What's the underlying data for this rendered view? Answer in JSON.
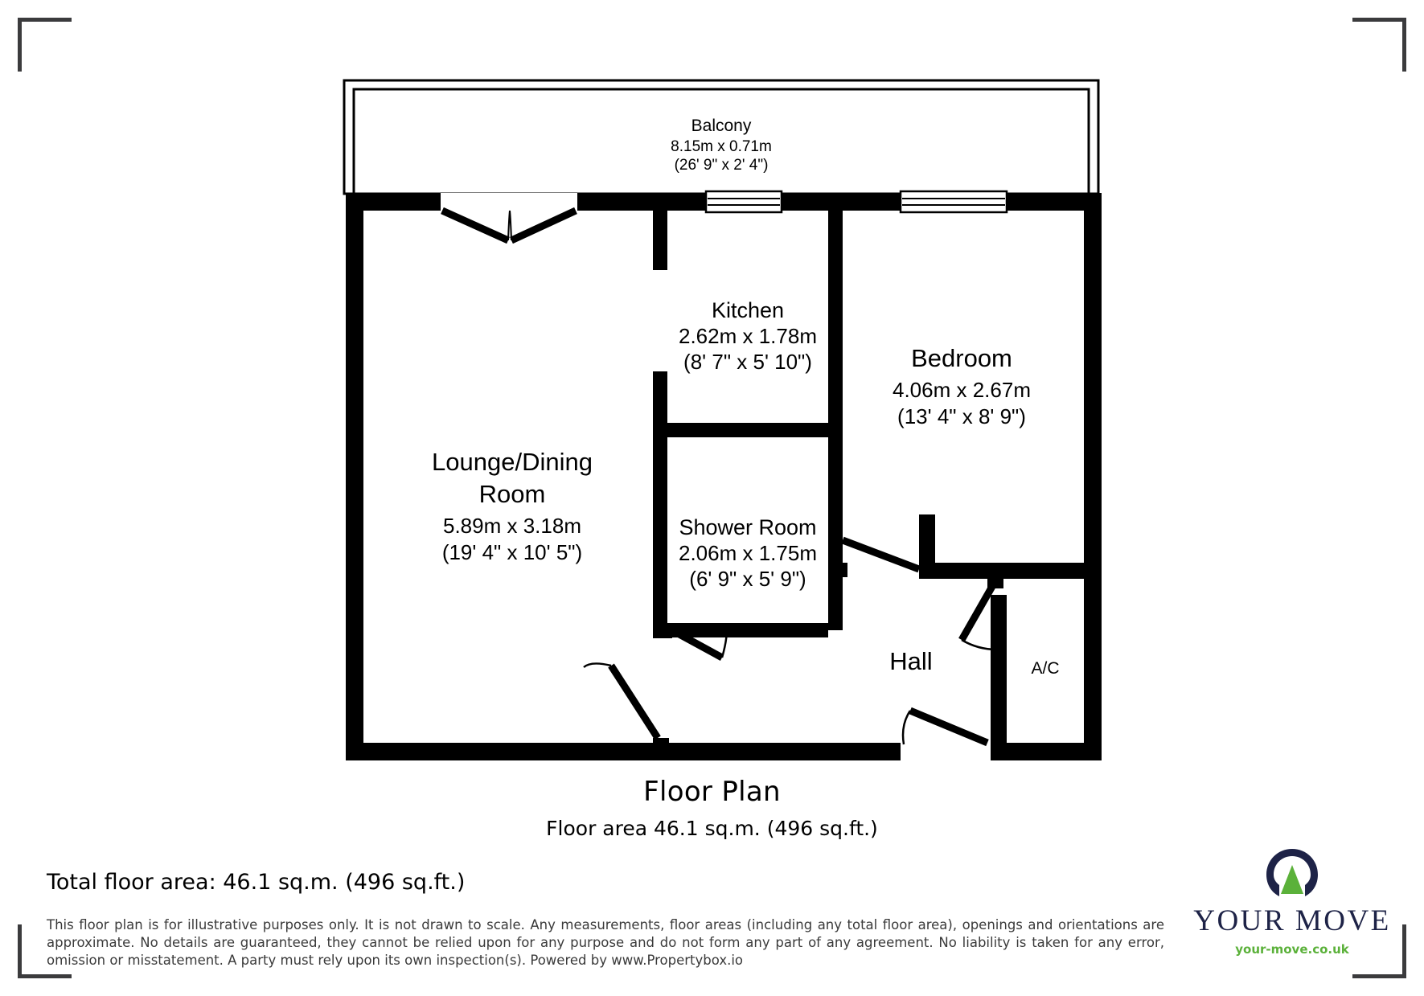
{
  "document": {
    "kind": "floor-plan"
  },
  "plan": {
    "title": "Floor Plan",
    "area_caption": "Floor area 46.1 sq.m. (496 sq.ft.)",
    "total_area": "Total floor area: 46.1 sq.m. (496 sq.ft.)"
  },
  "rooms": [
    {
      "id": "balcony",
      "name": "Balcony",
      "dim_metric": "8.15m x 0.71m",
      "dim_imperial": "(26' 9\" x 2' 4\")"
    },
    {
      "id": "kitchen",
      "name": "Kitchen",
      "dim_metric": "2.62m x 1.78m",
      "dim_imperial": "(8' 7\" x 5' 10\")"
    },
    {
      "id": "bedroom",
      "name": "Bedroom",
      "dim_metric": "4.06m x 2.67m",
      "dim_imperial": "(13' 4\" x 8' 9\")"
    },
    {
      "id": "lounge-dining",
      "name_line1": "Lounge/Dining",
      "name_line2": "Room",
      "dim_metric": "5.89m x 3.18m",
      "dim_imperial": "(19' 4\" x 10' 5\")"
    },
    {
      "id": "shower-room",
      "name": "Shower Room",
      "dim_metric": "2.06m x 1.75m",
      "dim_imperial": "(6' 9\" x 5' 9\")"
    },
    {
      "id": "hall",
      "name": "Hall"
    },
    {
      "id": "ac-cupboard",
      "name": "A/C"
    }
  ],
  "disclaimer": "This floor plan is for illustrative purposes only. It is not drawn to scale. Any measurements, floor areas (including any total floor area), openings and orientations are approximate. No details are guaranteed, they cannot be relied upon for any purpose and do not form any part of any agreement. No liability is taken for any error, omission or misstatement. A party must rely upon its own inspection(s). Powered by www.Propertybox.io",
  "logo": {
    "wordmark": "YOUR MOVE",
    "url": "your-move.co.uk",
    "mark_color": "#1e2347",
    "accent_color": "#5bb13a"
  },
  "colors": {
    "wall": "#000000",
    "background": "#ffffff",
    "crop_mark": "#3b3b3d",
    "text": "#000000",
    "disclaimer_text": "#3a3a3a"
  }
}
